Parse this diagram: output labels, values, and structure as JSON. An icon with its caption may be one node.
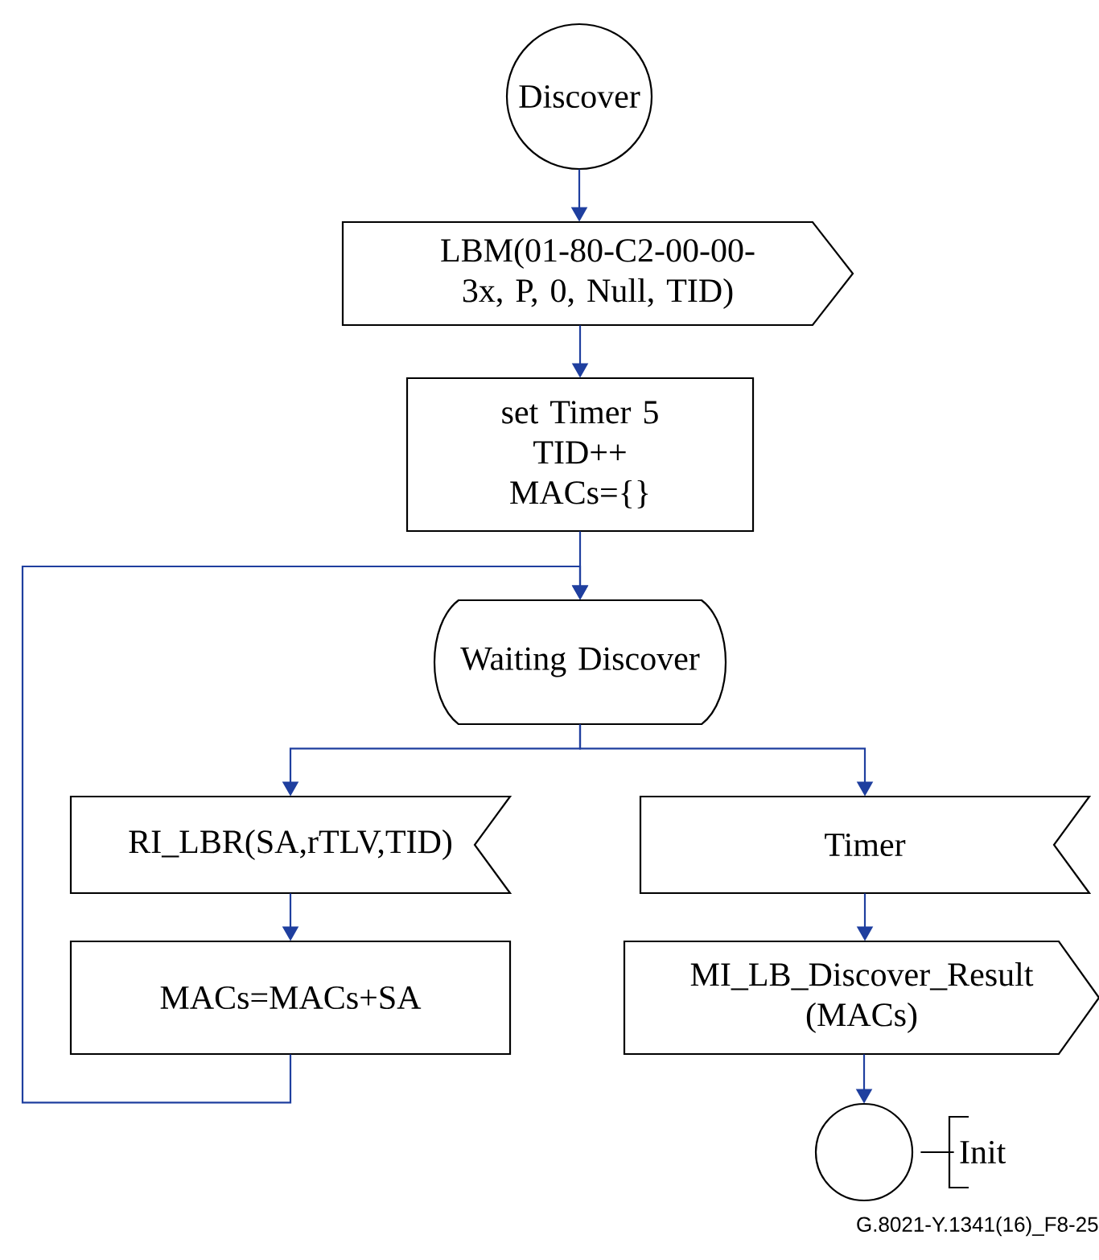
{
  "diagram": {
    "nodes": [
      {
        "text": [
          "Discover"
        ]
      },
      {
        "text": [
          "LBM(01-80-C2-00-00-3x, P, 0, Null, TID)"
        ]
      },
      {
        "text": [
          "set Timer 5",
          "TID++",
          "MACs={}"
        ]
      },
      {
        "text": [
          "Waiting Discover"
        ]
      },
      {
        "text": [
          "RI_LBR(SA,rTLV,TID)"
        ]
      },
      {
        "text": [
          "Timer"
        ]
      },
      {
        "text": [
          "MACs=MACs+SA"
        ]
      },
      {
        "text": [
          "MI_LB_Discover_Result (MACs)"
        ]
      },
      {
        "text": [],
        "shape": "circle"
      },
      {
        "text": [
          "Init"
        ]
      }
    ],
    "edges": [
      {
        "from": 0,
        "to": 1,
        "arrow": "to"
      },
      {
        "from": 1,
        "to": 2,
        "arrow": "to"
      },
      {
        "from": 2,
        "to": 3,
        "arrow": "to"
      },
      {
        "from": 3,
        "to": 4,
        "arrow": "to"
      },
      {
        "from": 3,
        "to": 5,
        "arrow": "to"
      },
      {
        "from": 4,
        "to": 6,
        "arrow": "to"
      },
      {
        "from": 5,
        "to": 7,
        "arrow": "to"
      },
      {
        "from": 7,
        "to": 8,
        "arrow": "to"
      },
      {
        "from": 6,
        "to": 3,
        "arrow": "to"
      },
      {
        "from": 8,
        "to": 9,
        "arrow": "none",
        "color": "#000000"
      }
    ],
    "labels": [
      "G.8021-Y.1341(16)_F8-25"
    ]
  }
}
